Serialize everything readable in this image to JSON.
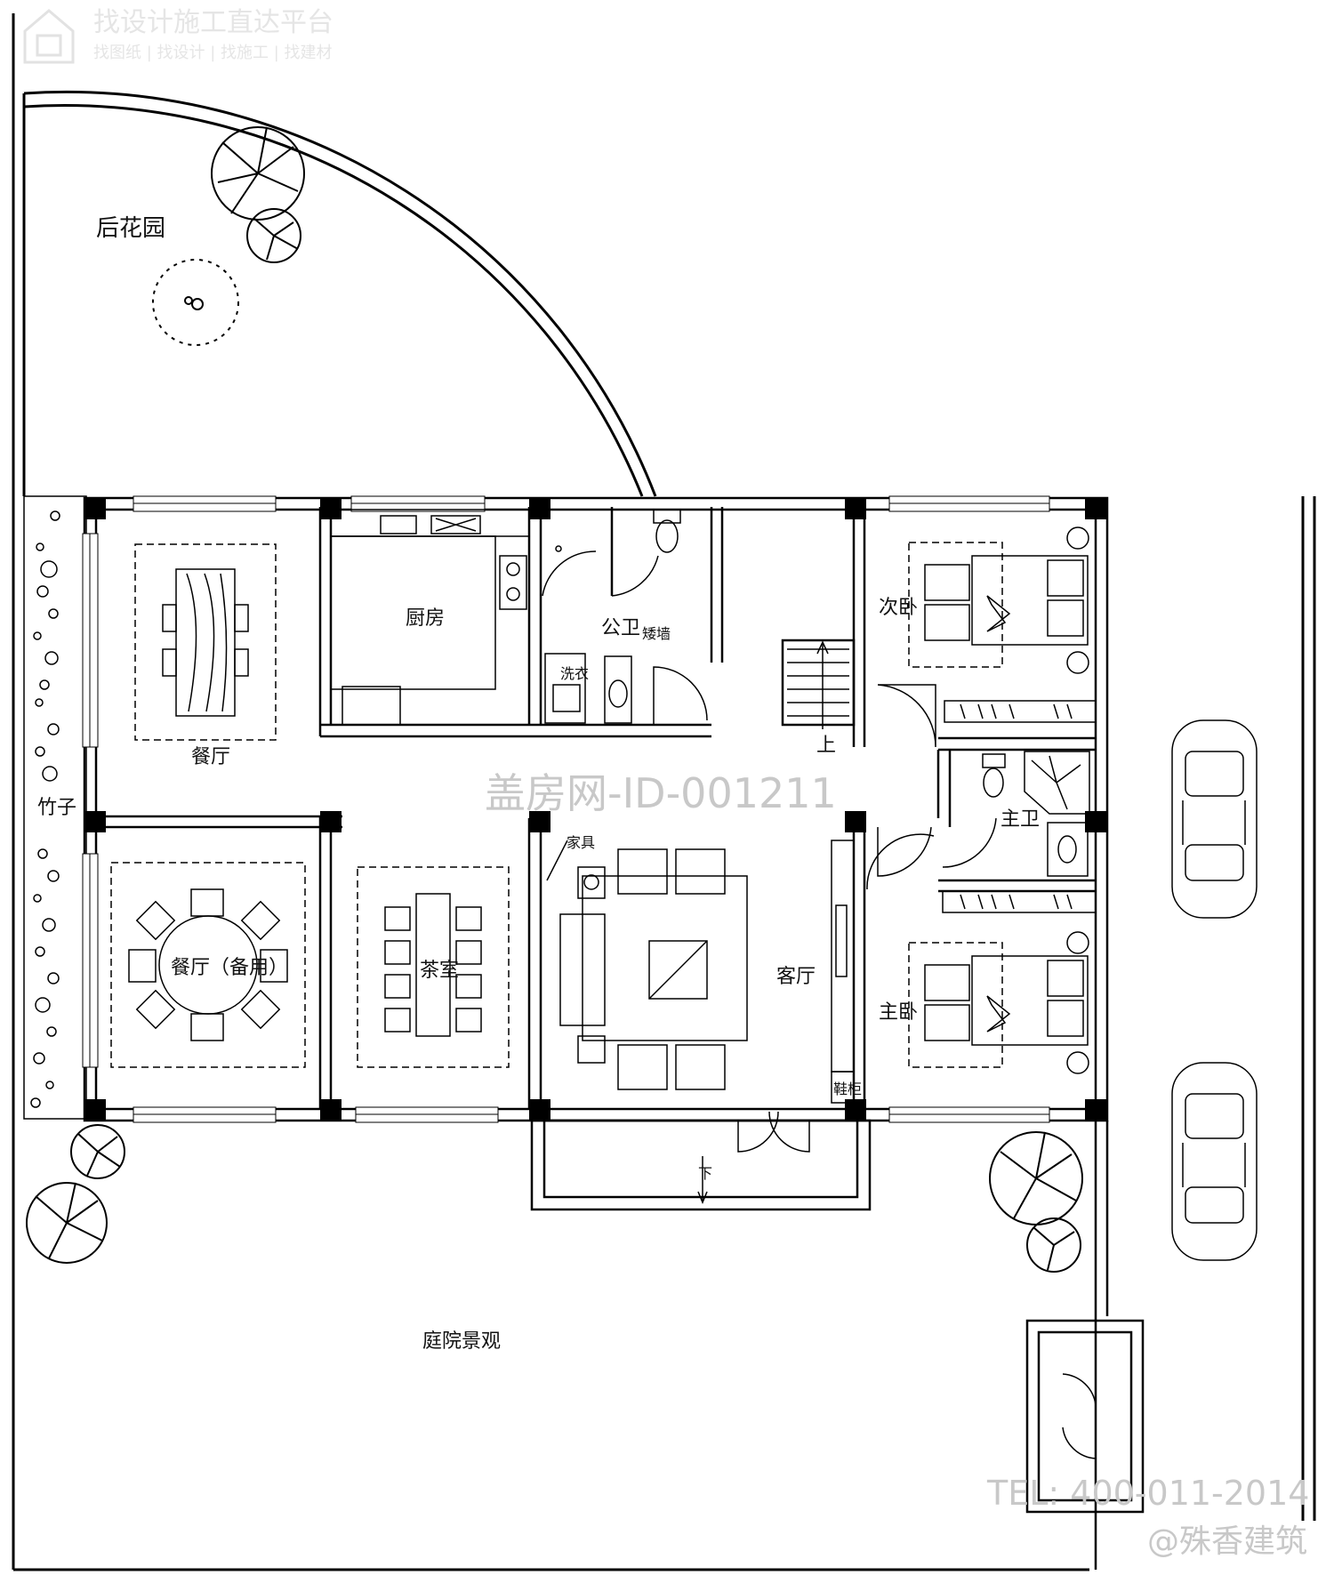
{
  "logo": {
    "title": "找设计施工直达平台",
    "subtitle": "找图纸 | 找设计 | 找施工 | 找建材"
  },
  "rooms": {
    "back_garden": "后花园",
    "dining": "餐厅",
    "kitchen": "厨房",
    "public_bath": "公卫",
    "low_wall": "矮墙",
    "laundry": "洗衣",
    "second_bedroom": "次卧",
    "stairs_up": "上",
    "bamboo": "竹子",
    "master_bath": "主卫",
    "furniture": "家具",
    "dining_spare": "餐厅（备用）",
    "tea_room": "茶室",
    "living_room": "客厅",
    "master_bedroom": "主卧",
    "shoe_cabinet": "鞋柜",
    "steps_down": "下",
    "courtyard": "庭院景观"
  },
  "watermarks": {
    "center": "盖房网-ID-001211",
    "tel": "TEL: 400-011-2014",
    "brand": "@殊香建筑"
  }
}
